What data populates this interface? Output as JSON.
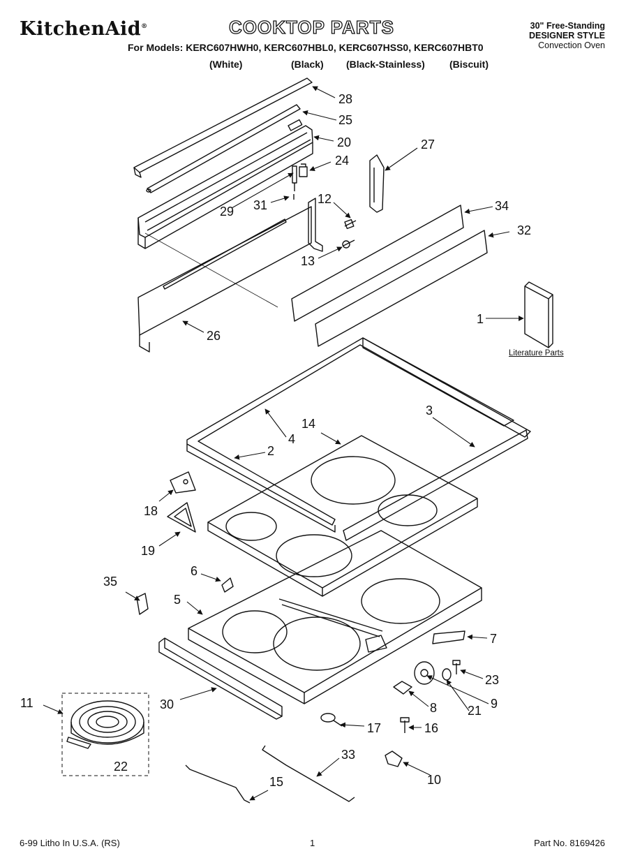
{
  "header": {
    "brand": "KitchenAid",
    "brand_mark": "®",
    "title": "COOKTOP PARTS",
    "models_line": "For Models: KERC607HWH0, KERC607HBL0, KERC607HSS0, KERC607HBT0",
    "colors": [
      "(White)",
      "(Black)",
      "(Black-Stainless)",
      "(Biscuit)"
    ],
    "top_right": [
      "30\" Free-Standing",
      "DESIGNER STYLE",
      "Convection Oven"
    ]
  },
  "literature_label": "Literature Parts",
  "callouts": [
    {
      "id": "c28",
      "text": "28"
    },
    {
      "id": "c25",
      "text": "25"
    },
    {
      "id": "c20",
      "text": "20"
    },
    {
      "id": "c27",
      "text": "27"
    },
    {
      "id": "c24",
      "text": "24"
    },
    {
      "id": "c12",
      "text": "12"
    },
    {
      "id": "c29",
      "text": "29"
    },
    {
      "id": "c31",
      "text": "31"
    },
    {
      "id": "c34",
      "text": "34"
    },
    {
      "id": "c32",
      "text": "32"
    },
    {
      "id": "c13",
      "text": "13"
    },
    {
      "id": "c1",
      "text": "1"
    },
    {
      "id": "c26",
      "text": "26"
    },
    {
      "id": "c3",
      "text": "3"
    },
    {
      "id": "c14",
      "text": "14"
    },
    {
      "id": "c4",
      "text": "4"
    },
    {
      "id": "c2",
      "text": "2"
    },
    {
      "id": "c18",
      "text": "18"
    },
    {
      "id": "c19",
      "text": "19"
    },
    {
      "id": "c6",
      "text": "6"
    },
    {
      "id": "c35",
      "text": "35"
    },
    {
      "id": "c5",
      "text": "5"
    },
    {
      "id": "c7",
      "text": "7"
    },
    {
      "id": "c23",
      "text": "23"
    },
    {
      "id": "c9",
      "text": "9"
    },
    {
      "id": "c21",
      "text": "21"
    },
    {
      "id": "c8",
      "text": "8"
    },
    {
      "id": "c11",
      "text": "11"
    },
    {
      "id": "c30",
      "text": "30"
    },
    {
      "id": "c17",
      "text": "17"
    },
    {
      "id": "c16",
      "text": "16"
    },
    {
      "id": "c22",
      "text": "22"
    },
    {
      "id": "c33",
      "text": "33"
    },
    {
      "id": "c15",
      "text": "15"
    },
    {
      "id": "c10",
      "text": "10"
    }
  ],
  "footer": {
    "left": "6-99 Litho In U.S.A. (RS)",
    "page": "1",
    "part_no": "Part No. 8169426"
  }
}
